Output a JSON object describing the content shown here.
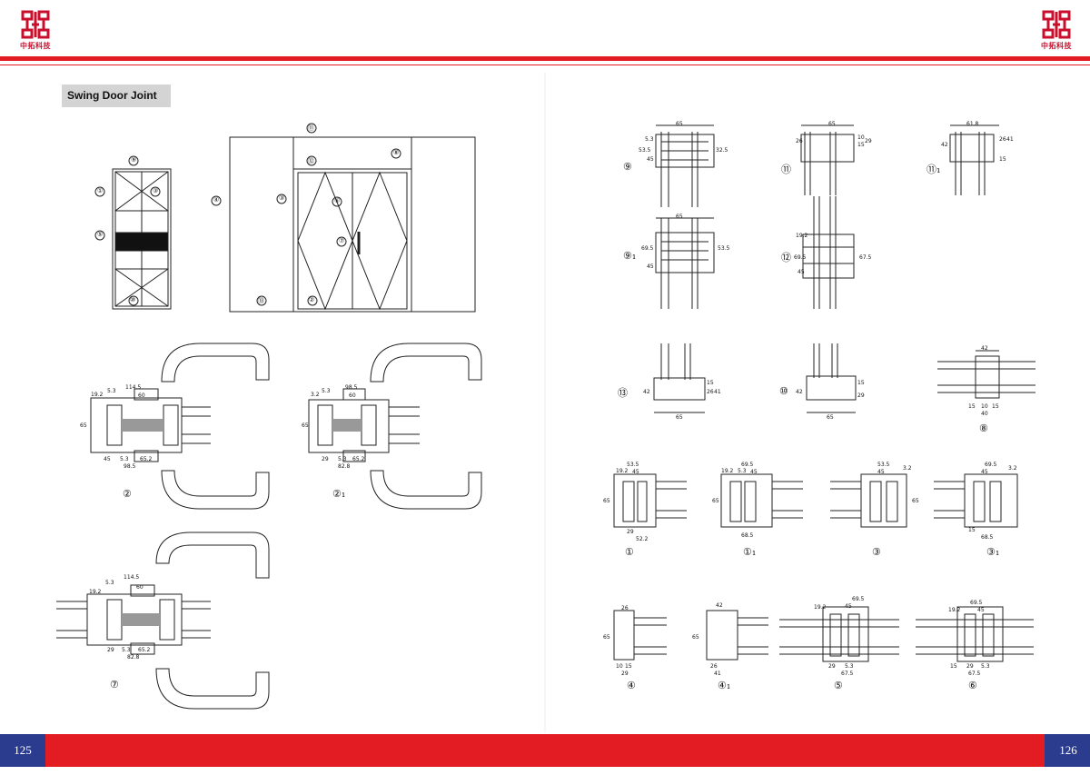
{
  "header": {
    "brand_left": "中拓科技",
    "brand_right": "中拓科技"
  },
  "section": {
    "title": "Swing Door Joint"
  },
  "elevation_tags": [
    "①",
    "②",
    "③",
    "④",
    "⑤",
    "⑥",
    "⑦",
    "⑧",
    "⑨",
    "⑩",
    "⑪",
    "⑫",
    "⑬"
  ],
  "sections": {
    "left": [
      {
        "label": "②",
        "dims": [
          "114.5",
          "19.2",
          "5.3",
          "60",
          "65",
          "45",
          "98.5",
          "5.3",
          "65.2"
        ]
      },
      {
        "label": "②₁",
        "dims": [
          "98.5",
          "3.2",
          "5.3",
          "60",
          "65",
          "29",
          "5.3",
          "65.2",
          "82.8"
        ]
      },
      {
        "label": "⑦",
        "dims": [
          "114.5",
          "19.2",
          "5.3",
          "60",
          "29",
          "5.3",
          "65.2",
          "82.8"
        ]
      }
    ],
    "right": [
      {
        "label": "⑨",
        "dims": [
          "65",
          "53.5",
          "5.3",
          "45",
          "32.5"
        ]
      },
      {
        "label": "⑪",
        "dims": [
          "65",
          "26",
          "10",
          "15",
          "29"
        ]
      },
      {
        "label": "⑪₁",
        "dims": [
          "61.8",
          "42",
          "26",
          "15",
          "41"
        ]
      },
      {
        "label": "⑨₁",
        "dims": [
          "65",
          "69.5",
          "45",
          "53.5"
        ]
      },
      {
        "label": "⑫",
        "dims": [
          "19.2",
          "69.5",
          "45",
          "67.5"
        ]
      },
      {
        "label": "⑬",
        "dims": [
          "42",
          "15",
          "26",
          "41",
          "65"
        ]
      },
      {
        "label": "⑩",
        "dims": [
          "42",
          "15",
          "29",
          "65"
        ]
      },
      {
        "label": "⑧",
        "dims": [
          "42",
          "15",
          "10",
          "15",
          "40"
        ]
      },
      {
        "label": "①",
        "dims": [
          "53.5",
          "19.2",
          "45",
          "65",
          "29",
          "52.2"
        ]
      },
      {
        "label": "①₁",
        "dims": [
          "69.5",
          "19.2",
          "5.3",
          "45",
          "65",
          "68.5"
        ]
      },
      {
        "label": "③",
        "dims": [
          "53.5",
          "45",
          "3.2",
          "65"
        ]
      },
      {
        "label": "③₁",
        "dims": [
          "69.5",
          "45",
          "15",
          "3.2",
          "68.5"
        ]
      },
      {
        "label": "④",
        "dims": [
          "26",
          "65",
          "10",
          "15",
          "29"
        ]
      },
      {
        "label": "④₁",
        "dims": [
          "42",
          "65",
          "26",
          "41"
        ]
      },
      {
        "label": "⑤",
        "dims": [
          "69.5",
          "19.2",
          "45",
          "5.3",
          "67.5",
          "29"
        ]
      },
      {
        "label": "⑥",
        "dims": [
          "69.5",
          "19.2",
          "45",
          "15",
          "29",
          "5.3",
          "67.5"
        ]
      }
    ]
  },
  "footer": {
    "page_left": "125",
    "page_right": "126"
  },
  "colors": {
    "brand_red": "#e31b23",
    "page_blue": "#2b3c8f",
    "label_gray": "#d4d4d4"
  }
}
